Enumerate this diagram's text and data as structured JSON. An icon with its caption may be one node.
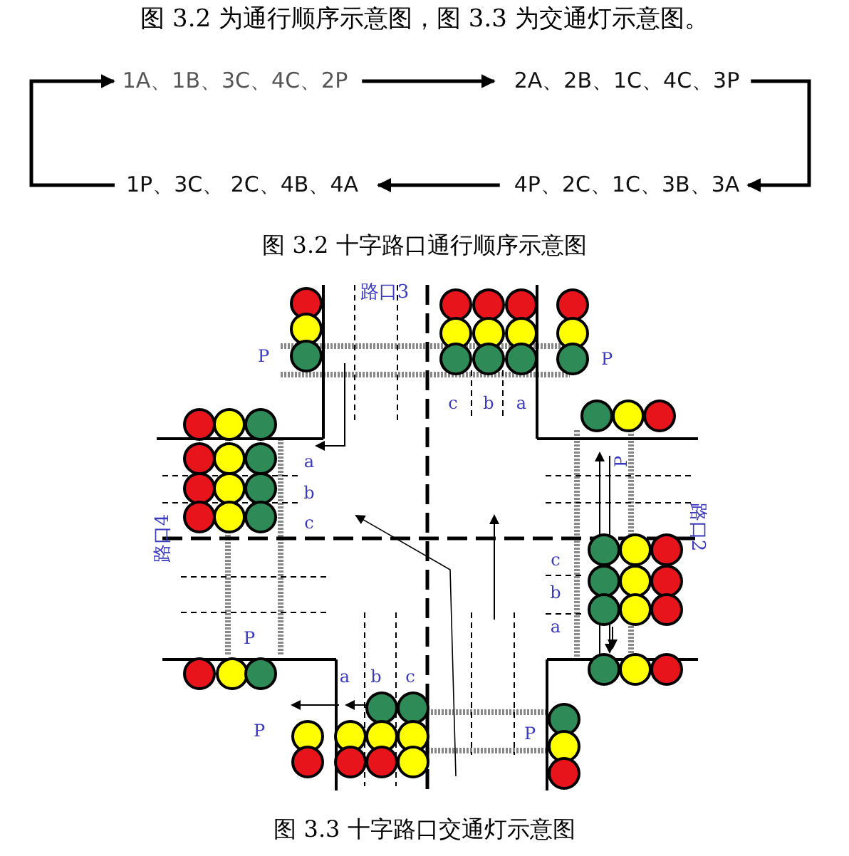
{
  "diagram": {
    "caption": "图 3.3  十字路口交通灯示意图",
    "nodes": [
      {
        "text": [
          "1A、1B、3C、4C、2P"
        ]
      },
      {
        "text": [
          "2A、2B、1C、4C、3P"
        ]
      },
      {
        "text": [
          "4P、2C、1C、3B、3A"
        ]
      },
      {
        "text": [
          "1P、3C、 2C、4B、4A"
        ]
      }
    ],
    "edges": [
      {
        "from": 0,
        "to": 1,
        "arrow": "to"
      },
      {
        "from": 1,
        "to": 2,
        "arrow": "to"
      },
      {
        "from": 2,
        "to": 3,
        "arrow": "to"
      },
      {
        "from": 3,
        "to": 0,
        "arrow": "to"
      }
    ],
    "labels": [
      "图 3.2 为通行顺序示意图，图 3.3 为交通灯示意图。",
      "图 3.2  十字路口通行顺序示意图",
      "路口3",
      "P",
      "P",
      "c",
      "b",
      "a",
      "a",
      "P",
      "b",
      "c",
      "路口4",
      "路口2",
      "c",
      "b",
      "a",
      "P",
      "a",
      "b",
      "c",
      "P",
      "P"
    ]
  }
}
